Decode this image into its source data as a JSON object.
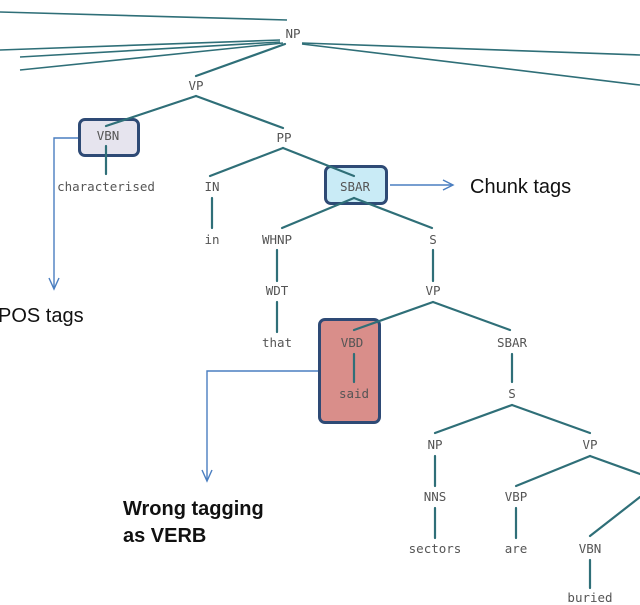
{
  "tree": {
    "np_root": "NP",
    "vp_top": "VP",
    "vbn_1": "VBN",
    "word_characterised": "characterised",
    "pp": "PP",
    "in_tag": "IN",
    "word_in": "in",
    "sbar_1": "SBAR",
    "whnp": "WHNP",
    "wdt": "WDT",
    "word_that": "that",
    "s_1": "S",
    "vp_2": "VP",
    "vbd": "VBD",
    "word_said": "said",
    "sbar_2": "SBAR",
    "s_2": "S",
    "np_2": "NP",
    "nns": "NNS",
    "word_sectors": "sectors",
    "vp_3": "VP",
    "vbp": "VBP",
    "word_are": "are",
    "vbn_2": "VBN",
    "word_buried": "buried"
  },
  "annotations": {
    "chunk_tags": "Chunk tags",
    "pos_tags": "POS tags",
    "wrong_line1": "Wrong tagging",
    "wrong_line2": "as VERB"
  },
  "colors": {
    "edge": "#2f6f78",
    "arrow": "#4a7ec0",
    "highlight_border": "#2e4a75",
    "vbn_fill": "#e6e4ee",
    "sbar_fill": "#c9ebf6",
    "vbd_fill": "#d98e8a"
  }
}
